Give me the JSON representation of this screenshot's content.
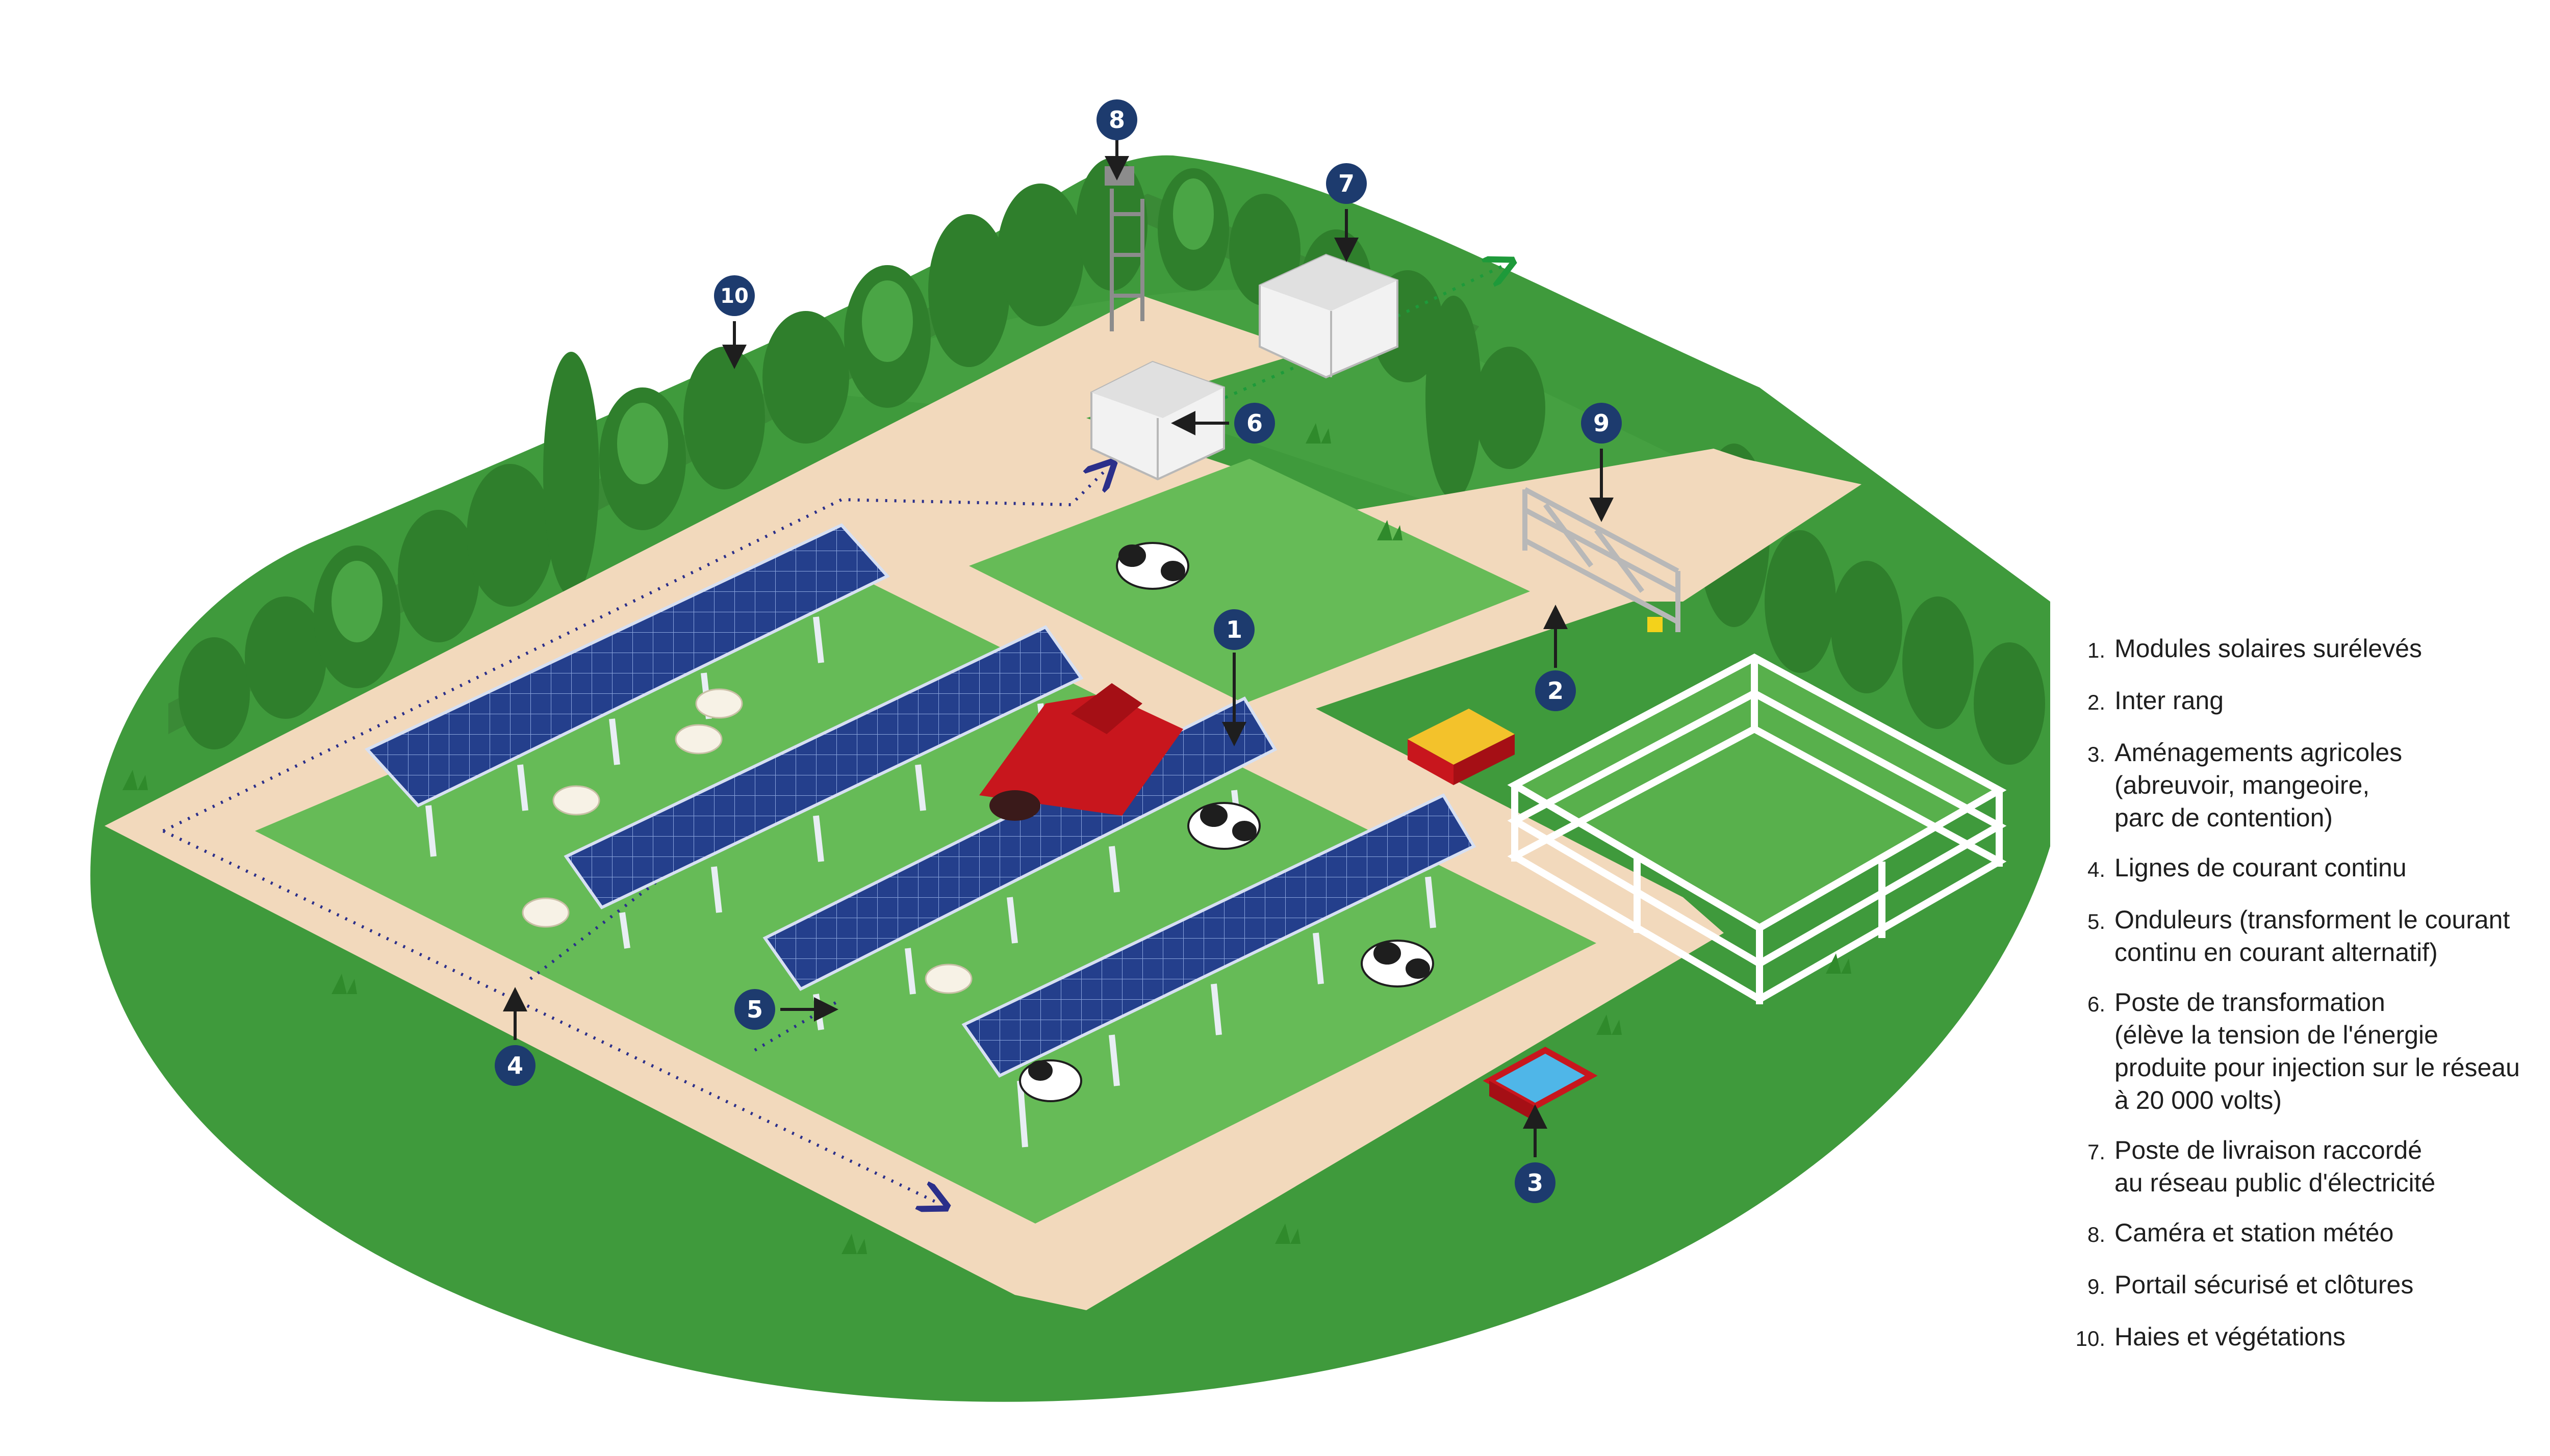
{
  "markers": [
    {
      "number": "1",
      "target": "elevated-solar-modules"
    },
    {
      "number": "2",
      "target": "inter-row"
    },
    {
      "number": "3",
      "target": "agricultural-facilities"
    },
    {
      "number": "4",
      "target": "dc-lines"
    },
    {
      "number": "5",
      "target": "inverters"
    },
    {
      "number": "6",
      "target": "transformer-station"
    },
    {
      "number": "7",
      "target": "delivery-station"
    },
    {
      "number": "8",
      "target": "camera-weather-station"
    },
    {
      "number": "9",
      "target": "secure-gate"
    },
    {
      "number": "10",
      "target": "hedges"
    }
  ],
  "legend": [
    {
      "number": "1.",
      "lines": [
        "Modules solaires surélevés"
      ]
    },
    {
      "number": "2.",
      "lines": [
        "Inter rang"
      ]
    },
    {
      "number": "3.",
      "lines": [
        "Aménagements agricoles",
        "(abreuvoir, mangeoire,",
        "parc de contention)"
      ]
    },
    {
      "number": "4.",
      "lines": [
        "Lignes de courant continu"
      ]
    },
    {
      "number": "5.",
      "lines": [
        "Onduleurs (transforment le courant",
        "continu en courant alternatif)"
      ]
    },
    {
      "number": "6.",
      "lines": [
        "Poste de transformation",
        "(élève la tension de l'énergie",
        "produite pour injection sur le réseau",
        "à 20 000 volts)"
      ]
    },
    {
      "number": "7.",
      "lines": [
        "Poste de livraison raccordé",
        "au réseau public d'électricité"
      ]
    },
    {
      "number": "8.",
      "lines": [
        "Caméra et station météo"
      ]
    },
    {
      "number": "9.",
      "lines": [
        "Portail sécurisé et clôtures"
      ]
    },
    {
      "number": "10.",
      "lines": [
        "Haies et végétations"
      ]
    }
  ],
  "colors": {
    "grass_dark": "#3f9a3c",
    "grass_light": "#66bb57",
    "path": "#f2d9bc",
    "marker": "#1d3b6e",
    "panel": "#243f8c",
    "tractor": "#c8161d",
    "dc_line": "#2b2f8a",
    "ac_line": "#1e9a3a"
  }
}
